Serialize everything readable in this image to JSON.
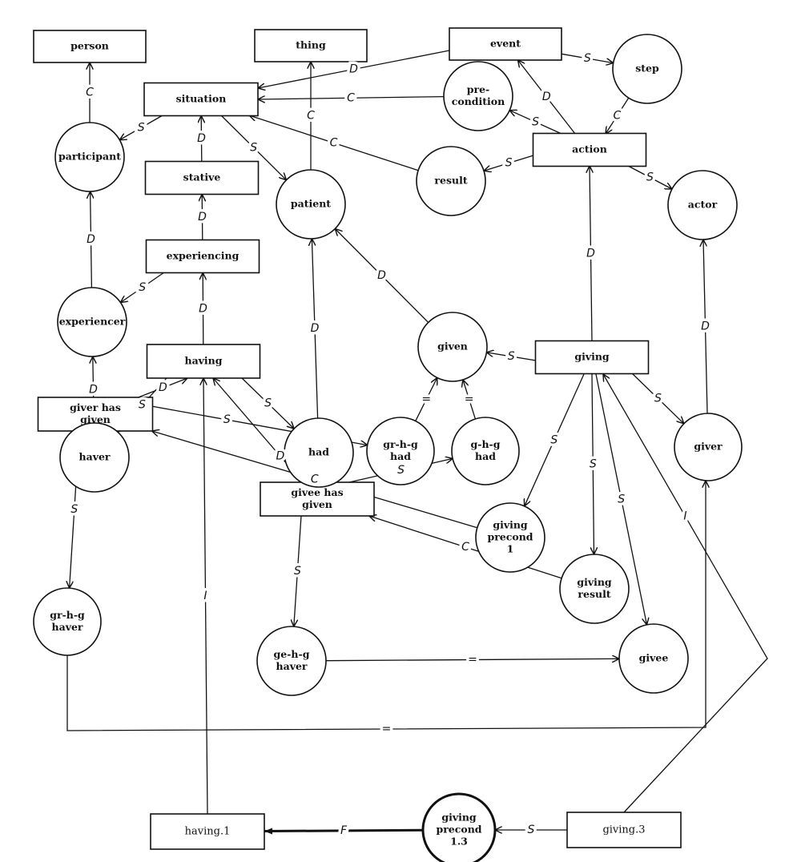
{
  "nodes": [
    {
      "id": "person",
      "shape": "rect",
      "lines": [
        "person"
      ]
    },
    {
      "id": "thing",
      "shape": "rect",
      "lines": [
        "thing"
      ]
    },
    {
      "id": "event",
      "shape": "rect",
      "lines": [
        "event"
      ]
    },
    {
      "id": "situation",
      "shape": "rect",
      "lines": [
        "situation"
      ]
    },
    {
      "id": "stative",
      "shape": "rect",
      "lines": [
        "stative"
      ]
    },
    {
      "id": "experiencing",
      "shape": "rect",
      "lines": [
        "experiencing"
      ]
    },
    {
      "id": "having",
      "shape": "rect",
      "lines": [
        "having"
      ]
    },
    {
      "id": "action",
      "shape": "rect",
      "lines": [
        "action"
      ]
    },
    {
      "id": "giving",
      "shape": "rect",
      "lines": [
        "giving"
      ]
    },
    {
      "id": "giver-has-given",
      "shape": "rect",
      "lines": [
        "giver has",
        "given"
      ]
    },
    {
      "id": "givee-has-given",
      "shape": "rect",
      "lines": [
        "givee has",
        "given"
      ]
    },
    {
      "id": "having-1",
      "shape": "rect",
      "lines": [
        "having.1"
      ],
      "plain": true
    },
    {
      "id": "giving-3",
      "shape": "rect",
      "lines": [
        "giving.3"
      ],
      "plain": true
    },
    {
      "id": "participant",
      "shape": "circle",
      "lines": [
        "participant"
      ]
    },
    {
      "id": "patient",
      "shape": "circle",
      "lines": [
        "patient"
      ]
    },
    {
      "id": "pre-condition",
      "shape": "circle",
      "lines": [
        "pre-",
        "condition"
      ]
    },
    {
      "id": "step",
      "shape": "circle",
      "lines": [
        "step"
      ]
    },
    {
      "id": "result",
      "shape": "circle",
      "lines": [
        "result"
      ]
    },
    {
      "id": "actor",
      "shape": "circle",
      "lines": [
        "actor"
      ]
    },
    {
      "id": "experiencer",
      "shape": "circle",
      "lines": [
        "experiencer"
      ]
    },
    {
      "id": "given",
      "shape": "circle",
      "lines": [
        "given"
      ]
    },
    {
      "id": "haver",
      "shape": "circle",
      "lines": [
        "haver"
      ]
    },
    {
      "id": "had",
      "shape": "circle",
      "lines": [
        "had"
      ]
    },
    {
      "id": "gr-h-g-had",
      "shape": "circle",
      "lines": [
        "gr-h-g",
        "had"
      ]
    },
    {
      "id": "g-h-g-had",
      "shape": "circle",
      "lines": [
        "g-h-g",
        "had"
      ]
    },
    {
      "id": "giver",
      "shape": "circle",
      "lines": [
        "giver"
      ]
    },
    {
      "id": "giving-precond-1",
      "shape": "circle",
      "lines": [
        "giving",
        "precond",
        "1"
      ]
    },
    {
      "id": "giving-result",
      "shape": "circle",
      "lines": [
        "giving",
        "result"
      ]
    },
    {
      "id": "gr-h-g-haver",
      "shape": "circle",
      "lines": [
        "gr-h-g",
        "haver"
      ]
    },
    {
      "id": "ge-h-g-haver",
      "shape": "circle",
      "lines": [
        "ge-h-g",
        "haver"
      ]
    },
    {
      "id": "givee",
      "shape": "circle",
      "lines": [
        "givee"
      ]
    },
    {
      "id": "giving-precond-1-3",
      "shape": "circle",
      "lines": [
        "giving",
        "precond",
        "1.3"
      ],
      "thick": true
    }
  ],
  "edges": [
    {
      "from": "participant",
      "to": "person",
      "label": "C"
    },
    {
      "from": "situation",
      "to": "participant",
      "label": "S"
    },
    {
      "from": "stative",
      "to": "situation",
      "label": "D"
    },
    {
      "from": "situation",
      "to": "patient",
      "label": "S"
    },
    {
      "from": "patient",
      "to": "thing",
      "label": "C"
    },
    {
      "from": "event",
      "to": "situation",
      "label": "D"
    },
    {
      "from": "pre-condition",
      "to": "situation",
      "label": "C"
    },
    {
      "from": "result",
      "to": "situation",
      "label": "C"
    },
    {
      "from": "event",
      "to": "step",
      "label": "S"
    },
    {
      "from": "step",
      "to": "action",
      "label": "C"
    },
    {
      "from": "action",
      "to": "event",
      "label": "D"
    },
    {
      "from": "action",
      "to": "pre-condition",
      "label": "S"
    },
    {
      "from": "action",
      "to": "result",
      "label": "S"
    },
    {
      "from": "action",
      "to": "actor",
      "label": "S"
    },
    {
      "from": "experiencing",
      "to": "stative",
      "label": "D"
    },
    {
      "from": "experiencer",
      "to": "participant",
      "label": "D"
    },
    {
      "from": "experiencing",
      "to": "experiencer",
      "label": "S"
    },
    {
      "from": "having",
      "to": "experiencing",
      "label": "D"
    },
    {
      "from": "haver",
      "to": "experiencer",
      "label": "D"
    },
    {
      "from": "having",
      "to": "haver",
      "label": "S"
    },
    {
      "from": "having",
      "to": "had",
      "label": "S"
    },
    {
      "from": "had",
      "to": "patient",
      "label": "D"
    },
    {
      "from": "given",
      "to": "patient",
      "label": "D"
    },
    {
      "from": "giving",
      "to": "given",
      "label": "S"
    },
    {
      "from": "giving",
      "to": "action",
      "label": "D"
    },
    {
      "from": "giver",
      "to": "actor",
      "label": "D"
    },
    {
      "from": "giving",
      "to": "giver",
      "label": "S"
    },
    {
      "from": "gr-h-g-had",
      "to": "given",
      "label": "="
    },
    {
      "from": "g-h-g-had",
      "to": "given",
      "label": "="
    },
    {
      "from": "giver-has-given",
      "to": "having",
      "label": "D"
    },
    {
      "from": "giver-has-given",
      "to": "gr-h-g-had",
      "label": "S"
    },
    {
      "from": "givee-has-given",
      "to": "having",
      "label": "D"
    },
    {
      "from": "givee-has-given",
      "to": "g-h-g-had",
      "label": "S"
    },
    {
      "from": "giving-precond-1",
      "to": "giver-has-given",
      "label": "C"
    },
    {
      "from": "giving-result",
      "to": "givee-has-given",
      "label": "C"
    },
    {
      "from": "giving",
      "to": "giving-precond-1",
      "label": "S"
    },
    {
      "from": "giving",
      "to": "giving-result",
      "label": "S"
    },
    {
      "from": "giving",
      "to": "givee",
      "label": "S"
    },
    {
      "from": "giver-has-given",
      "to": "gr-h-g-haver",
      "label": "S"
    },
    {
      "from": "givee-has-given",
      "to": "ge-h-g-haver",
      "label": "S"
    },
    {
      "from": "ge-h-g-haver",
      "to": "givee",
      "label": "="
    },
    {
      "from": "gr-h-g-haver",
      "to": "giver",
      "label": "="
    },
    {
      "from": "having-1",
      "to": "having",
      "label": "I"
    },
    {
      "from": "giving-3",
      "to": "giving",
      "label": "I"
    },
    {
      "from": "giving-3",
      "to": "giving-precond-1-3",
      "label": "S"
    },
    {
      "from": "giving-precond-1-3",
      "to": "having-1",
      "label": "F",
      "thick": true
    }
  ]
}
